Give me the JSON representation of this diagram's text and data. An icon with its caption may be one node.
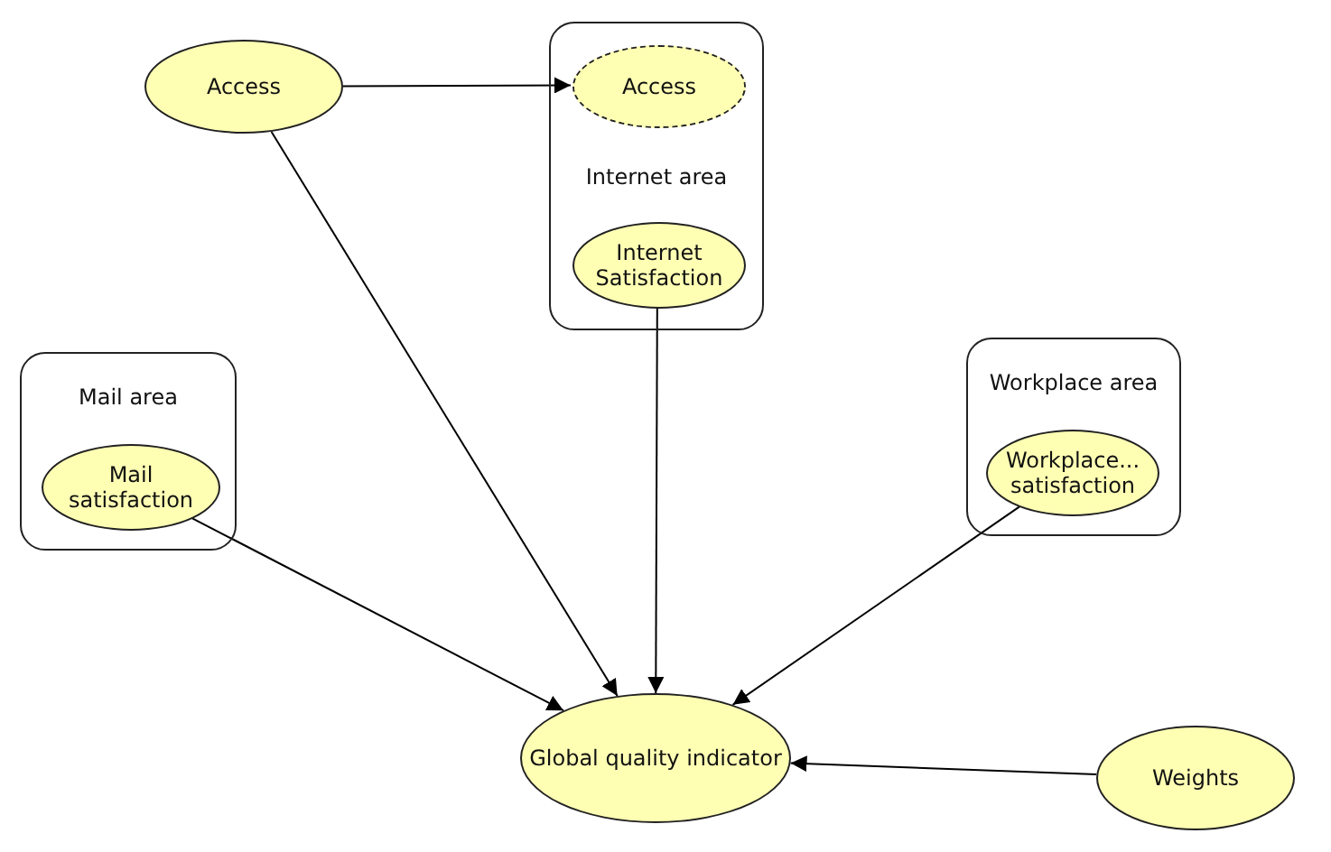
{
  "diagram": {
    "nodes": [
      {
        "text": [
          "Access"
        ]
      },
      {
        "text": [
          "Internet area"
        ]
      },
      {
        "text": [
          "Access"
        ],
        "in": 1
      },
      {
        "text": [
          "Internet Satisfaction"
        ],
        "in": 1
      },
      {
        "text": [
          "Mail area"
        ]
      },
      {
        "text": [
          "Mail satisfaction"
        ],
        "in": 4
      },
      {
        "text": [
          "Workplace area"
        ]
      },
      {
        "text": [
          "Workplace... satisfaction"
        ],
        "in": 6
      },
      {
        "text": [
          "Global quality indicator"
        ]
      },
      {
        "text": [
          "Weights"
        ]
      }
    ],
    "edges": [
      {
        "from": 0,
        "to": 2,
        "arrow": "to"
      },
      {
        "from": 0,
        "to": 8,
        "arrow": "to"
      },
      {
        "from": 3,
        "to": 8,
        "arrow": "to"
      },
      {
        "from": 5,
        "to": 8,
        "arrow": "to"
      },
      {
        "from": 7,
        "to": 8,
        "arrow": "to"
      },
      {
        "from": 9,
        "to": 8,
        "arrow": "to"
      }
    ]
  }
}
